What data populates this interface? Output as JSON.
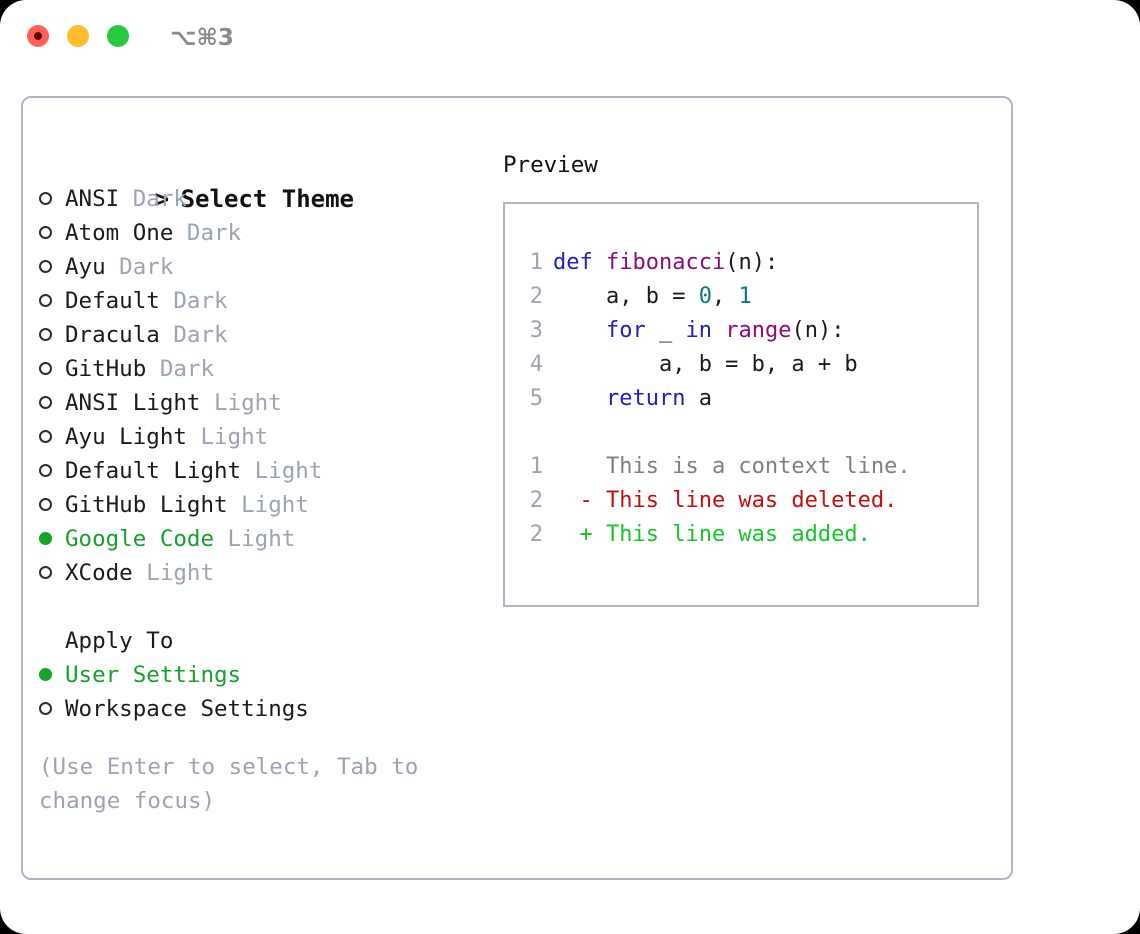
{
  "titlebar": {
    "shortcut": "⌥⌘3",
    "buttons": [
      {
        "name": "close-button",
        "color": "#ff6058"
      },
      {
        "name": "minimize-button",
        "color": "#ffbd2e"
      },
      {
        "name": "maximize-button",
        "color": "#28c840"
      }
    ]
  },
  "theme_picker": {
    "heading": "Select Theme",
    "heading_marker": ">",
    "items": [
      {
        "name": "ANSI",
        "variant": "Dark",
        "selected": false
      },
      {
        "name": "Atom One",
        "variant": "Dark",
        "selected": false
      },
      {
        "name": "Ayu",
        "variant": "Dark",
        "selected": false
      },
      {
        "name": "Default",
        "variant": "Dark",
        "selected": false
      },
      {
        "name": "Dracula",
        "variant": "Dark",
        "selected": false
      },
      {
        "name": "GitHub",
        "variant": "Dark",
        "selected": false
      },
      {
        "name": "ANSI Light",
        "variant": "Light",
        "selected": false
      },
      {
        "name": "Ayu Light",
        "variant": "Light",
        "selected": false
      },
      {
        "name": "Default Light",
        "variant": "Light",
        "selected": false
      },
      {
        "name": "GitHub Light",
        "variant": "Light",
        "selected": false
      },
      {
        "name": "Google Code",
        "variant": "Light",
        "selected": true
      },
      {
        "name": "XCode",
        "variant": "Light",
        "selected": false
      }
    ]
  },
  "apply_to": {
    "heading": "Apply To",
    "options": [
      {
        "name": "User Settings",
        "selected": true
      },
      {
        "name": "Workspace Settings",
        "selected": false
      }
    ]
  },
  "hint": "(Use Enter to select, Tab to change focus)",
  "preview": {
    "title": "Preview",
    "code_lines": [
      {
        "lineno": "1",
        "tokens": [
          {
            "text": "def ",
            "type": "kw"
          },
          {
            "text": "fibonacci",
            "type": "fn"
          },
          {
            "text": "(n):",
            "type": "pl"
          }
        ]
      },
      {
        "lineno": "2",
        "tokens": [
          {
            "text": "    a, b = ",
            "type": "pl"
          },
          {
            "text": "0",
            "type": "num"
          },
          {
            "text": ", ",
            "type": "pl"
          },
          {
            "text": "1",
            "type": "num"
          }
        ]
      },
      {
        "lineno": "3",
        "tokens": [
          {
            "text": "    for ",
            "type": "kw"
          },
          {
            "text": "_ ",
            "type": "pl"
          },
          {
            "text": "in ",
            "type": "kw"
          },
          {
            "text": "range",
            "type": "fn"
          },
          {
            "text": "(n):",
            "type": "pl"
          }
        ]
      },
      {
        "lineno": "4",
        "tokens": [
          {
            "text": "        a, b = b, a + b",
            "type": "pl"
          }
        ]
      },
      {
        "lineno": "5",
        "tokens": [
          {
            "text": "    return ",
            "type": "kw"
          },
          {
            "text": "a",
            "type": "pl"
          }
        ]
      }
    ],
    "diff_lines": [
      {
        "lineno": "1",
        "sign": " ",
        "text": "This is a context line.",
        "type": "ctx"
      },
      {
        "lineno": "2",
        "sign": "-",
        "text": "This line was deleted.",
        "type": "del"
      },
      {
        "lineno": "2",
        "sign": "+",
        "text": "This line was added.",
        "type": "add"
      }
    ]
  },
  "colors": {
    "keyword": "#2020c0",
    "function": "#8b0d7a",
    "number": "#0b7a78",
    "plain": "#1b1b1b",
    "context": "#808080",
    "deleted": "#c40f0f",
    "added": "#18c42a",
    "selected": "#18a02c",
    "muted": "#9aa4b2",
    "border": "#aeb6c2"
  }
}
